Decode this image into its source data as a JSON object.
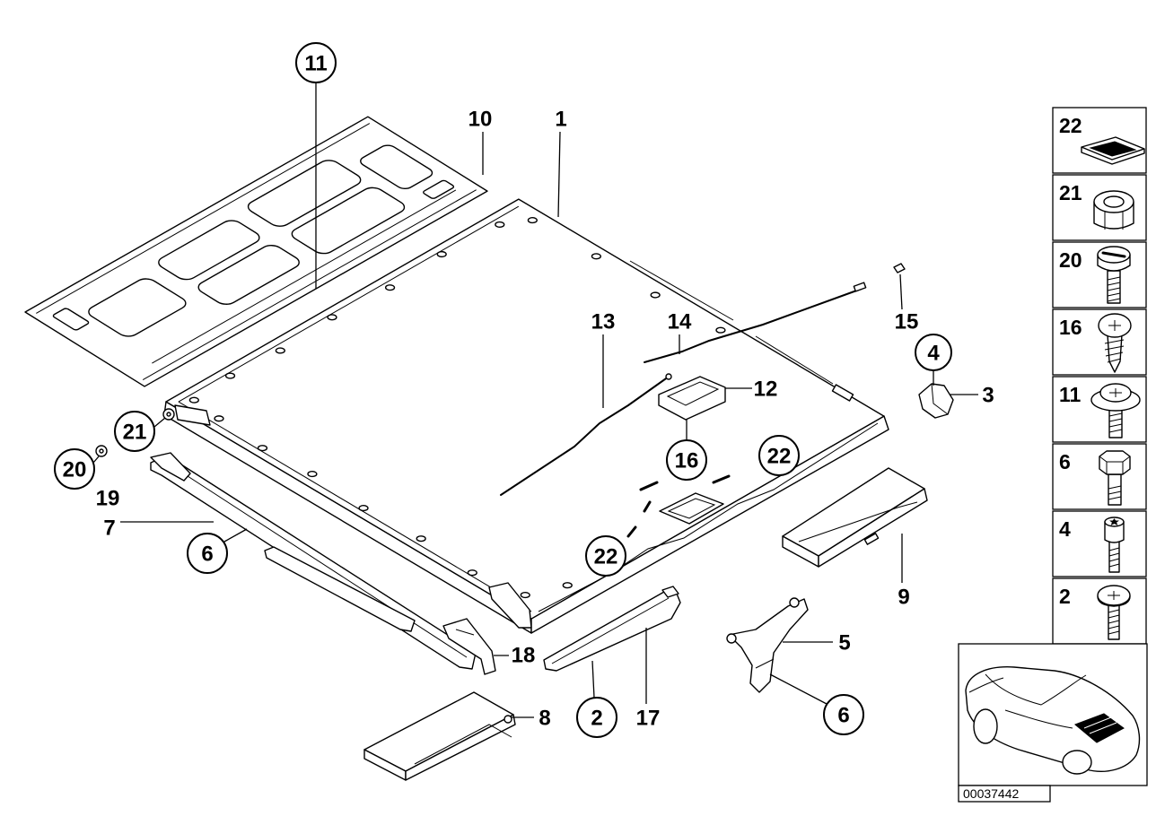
{
  "callouts": [
    "11",
    "10",
    "1",
    "13",
    "14",
    "15",
    "4",
    "3",
    "12",
    "16",
    "22",
    "22",
    "21",
    "20",
    "19",
    "7",
    "6",
    "9",
    "5",
    "6",
    "18",
    "8",
    "2",
    "17"
  ],
  "legend": [
    {
      "label": "22",
      "icon": "clip-icon"
    },
    {
      "label": "21",
      "icon": "hex-nut-icon"
    },
    {
      "label": "20",
      "icon": "slotted-bolt-icon"
    },
    {
      "label": "16",
      "icon": "tapping-screw-icon"
    },
    {
      "label": "11",
      "icon": "washer-screw-icon"
    },
    {
      "label": "6",
      "icon": "hex-bolt-icon"
    },
    {
      "label": "4",
      "icon": "torx-bolt-icon"
    },
    {
      "label": "2",
      "icon": "phillips-screw-icon"
    }
  ],
  "thumbnail": {
    "icon": "car-location-icon"
  },
  "diagram_code": "00037442",
  "colors": {
    "line": "#000000",
    "background": "#ffffff"
  }
}
